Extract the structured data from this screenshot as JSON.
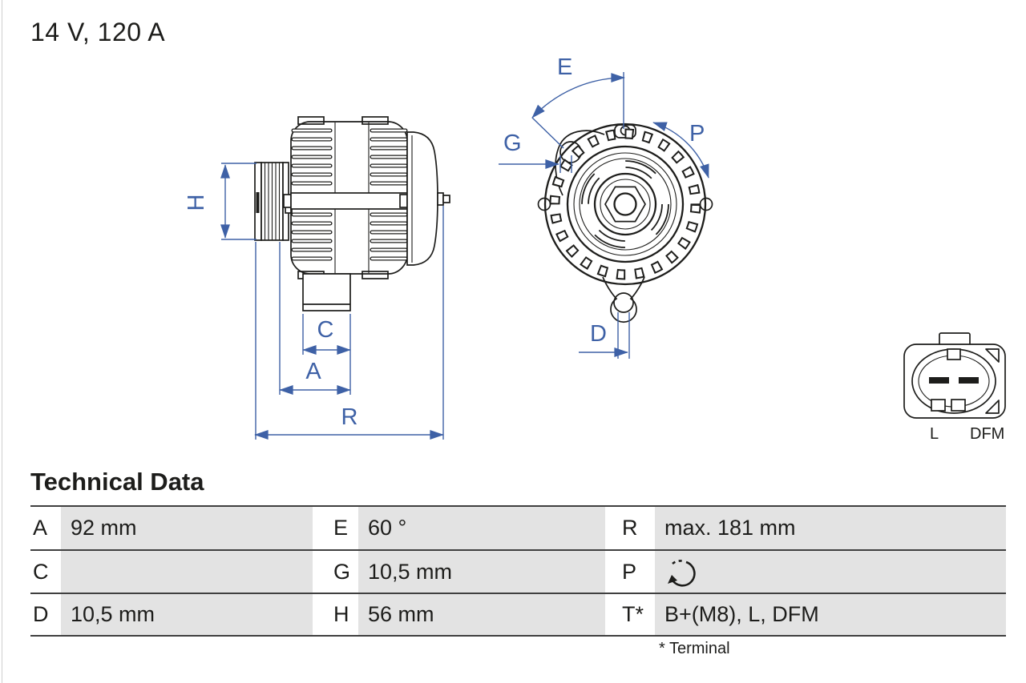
{
  "header": {
    "rating": "14 V, 120 A"
  },
  "drawing": {
    "side_labels": {
      "h": "H",
      "c": "C",
      "a": "A",
      "r": "R"
    },
    "front_labels": {
      "e": "E",
      "g": "G",
      "p": "P",
      "d": "D"
    },
    "connector": {
      "left": "L",
      "right": "DFM"
    }
  },
  "icons": {
    "rotation_direction": "rotation-arrow-dashed-circle"
  },
  "colors": {
    "dimension_blue": "#3e61a6",
    "table_gray": "#e3e3e3",
    "line_dark": "#1d1d1b"
  },
  "table": {
    "title": "Technical Data",
    "rows": [
      [
        {
          "k": "A",
          "v": "92 mm"
        },
        {
          "k": "E",
          "v": "60 °"
        },
        {
          "k": "R",
          "v": "max. 181 mm"
        }
      ],
      [
        {
          "k": "C",
          "v": ""
        },
        {
          "k": "G",
          "v": "10,5 mm"
        },
        {
          "k": "P",
          "v": ""
        }
      ],
      [
        {
          "k": "D",
          "v": "10,5 mm"
        },
        {
          "k": "H",
          "v": "56 mm"
        },
        {
          "k": "T*",
          "v": "B+(M8), L, DFM"
        }
      ]
    ],
    "footnote": "* Terminal"
  }
}
